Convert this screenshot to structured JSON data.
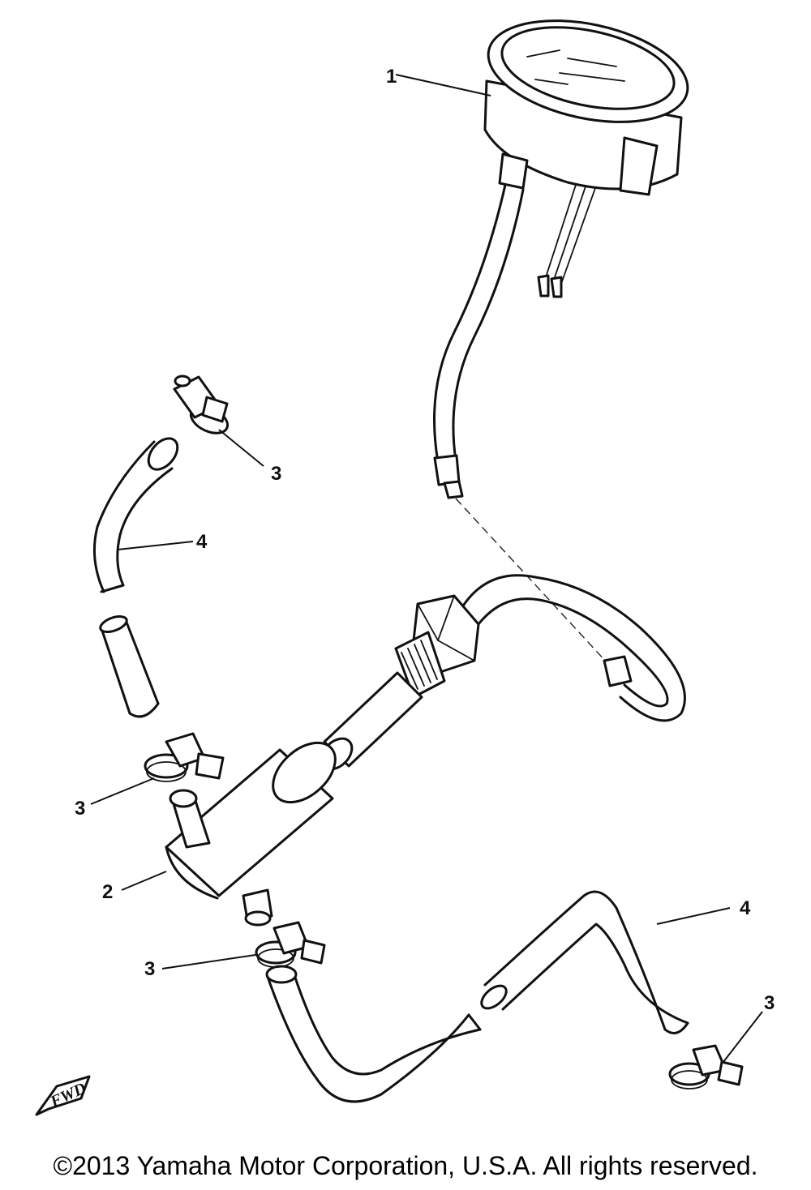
{
  "diagram": {
    "callouts": {
      "gauge": "1",
      "sender": "2",
      "clamp_top": "3",
      "clamp_mid": "3",
      "clamp_low": "3",
      "clamp_right": "3",
      "hose_upper": "4",
      "hose_right": "4"
    },
    "fwd_label": "FWD"
  },
  "footer": {
    "copyright": "©2013 Yamaha Motor Corporation, U.S.A. All rights reserved."
  }
}
